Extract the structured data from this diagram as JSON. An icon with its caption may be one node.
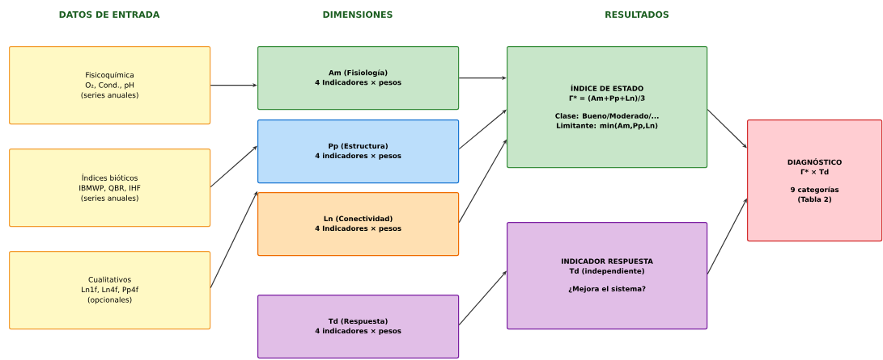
{
  "diagram": {
    "nodes": [
      {
        "text": [
          "Fisicoquímica",
          "O₂, Cond., pH",
          "(series anuales)"
        ]
      },
      {
        "text": [
          "Índices bióticos",
          "IBMWP, QBR, IHF",
          "(series anuales)"
        ]
      },
      {
        "text": [
          "Cualitativos",
          "Ln1f, Ln4f, Pp4f",
          "(opcionales)"
        ]
      },
      {
        "text": [
          "Am (Fisiología)",
          "4 Indicadores × pesos"
        ]
      },
      {
        "text": [
          "Pp (Estructura)",
          "4 indicadores × pesos"
        ]
      },
      {
        "text": [
          "Ln (Conectividad)",
          "4 Indicadores × pesos"
        ]
      },
      {
        "text": [
          "Td (Respuesta)",
          "4 indicadores × pesos"
        ]
      },
      {
        "text": [
          "ÍNDICE DE ESTADO",
          "Γ* = (Am+Pp+Ln)/3",
          "Clase: Bueno/Moderado/...",
          "Limitante: min(Am,Pp,Ln)"
        ]
      },
      {
        "text": [
          "INDICADOR RESPUESTA",
          "Td (independiente)",
          "¿Mejora el sistema?"
        ]
      },
      {
        "text": [
          "DIAGNÓSTICO",
          "Γ* × Td",
          "9 categorías",
          "(Tabla 2)"
        ]
      }
    ],
    "edges": [
      {
        "from": 0,
        "to": 3,
        "arrow": "to"
      },
      {
        "from": 1,
        "to": 4,
        "arrow": "to"
      },
      {
        "from": 2,
        "to": 5,
        "arrow": "to"
      },
      {
        "from": 3,
        "to": 7,
        "arrow": "to"
      },
      {
        "from": 4,
        "to": 7,
        "arrow": "to"
      },
      {
        "from": 5,
        "to": 7,
        "arrow": "to"
      },
      {
        "from": 6,
        "to": 8,
        "arrow": "to"
      },
      {
        "from": 7,
        "to": 9,
        "arrow": "to"
      },
      {
        "from": 8,
        "to": 9,
        "arrow": "to"
      }
    ],
    "labels": [
      "DATOS DE ENTRADA",
      "DIMENSIONES",
      "RESULTADOS"
    ]
  }
}
